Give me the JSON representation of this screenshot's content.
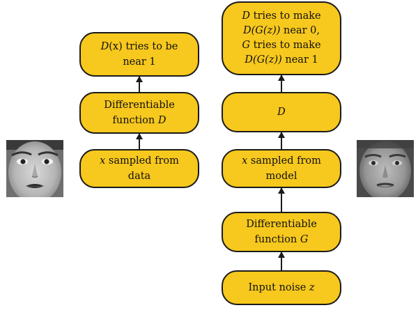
{
  "left_column": {
    "output": {
      "line1": [
        "D",
        "(x) tries to be"
      ],
      "line2": "near 1"
    },
    "discriminator": {
      "line1": "Differentiable",
      "line2": [
        "function ",
        "D"
      ]
    },
    "input": {
      "line1": [
        "x",
        " sampled from"
      ],
      "line2": "data"
    }
  },
  "right_column": {
    "output": {
      "line1": [
        "D",
        " tries to make"
      ],
      "line2": [
        "D(G(z))",
        " near 0,"
      ],
      "line3": [
        "G",
        " tries to make"
      ],
      "line4": [
        "D(G(z))",
        " near 1"
      ]
    },
    "discriminator": {
      "line1": [
        "D"
      ]
    },
    "sample": {
      "line1": [
        "x",
        " sampled from"
      ],
      "line2": "model"
    },
    "generator": {
      "line1": "Differentiable",
      "line2": [
        "function ",
        "G"
      ]
    },
    "noise": {
      "line1": [
        "Input noise ",
        "z"
      ]
    }
  },
  "images": {
    "left_face": "real-face-photo",
    "right_face": "generated-face-photo"
  },
  "colors": {
    "node_fill": "#f7c81d",
    "node_border": "#1a1a1a",
    "arrow": "#1a1a1a"
  }
}
